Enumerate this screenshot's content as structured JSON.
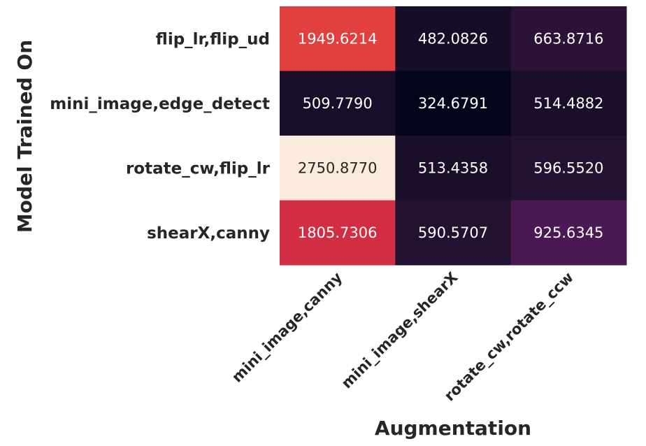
{
  "chart_data": {
    "type": "heatmap",
    "xlabel": "Augmentation",
    "ylabel": "Model Trained On",
    "columns": [
      "mini_image,canny",
      "mini_image,shearX",
      "rotate_cw,rotate_ccw"
    ],
    "rows": [
      "flip_lr,flip_ud",
      "mini_image,edge_detect",
      "rotate_cw,flip_lr",
      "shearX,canny"
    ],
    "values": [
      [
        1949.6214,
        482.0826,
        663.8716
      ],
      [
        509.779,
        324.6791,
        514.4882
      ],
      [
        2750.877,
        513.4358,
        596.552
      ],
      [
        1805.7306,
        590.5707,
        925.6345
      ]
    ],
    "value_labels": [
      [
        "1949.6214",
        "482.0826",
        "663.8716"
      ],
      [
        "509.7790",
        "324.6791",
        "514.4882"
      ],
      [
        "2750.8770",
        "513.4358",
        "596.5520"
      ],
      [
        "1805.7306",
        "590.5707",
        "925.6345"
      ]
    ],
    "colormap": "rocket",
    "colorbar": false,
    "annotations": true
  }
}
